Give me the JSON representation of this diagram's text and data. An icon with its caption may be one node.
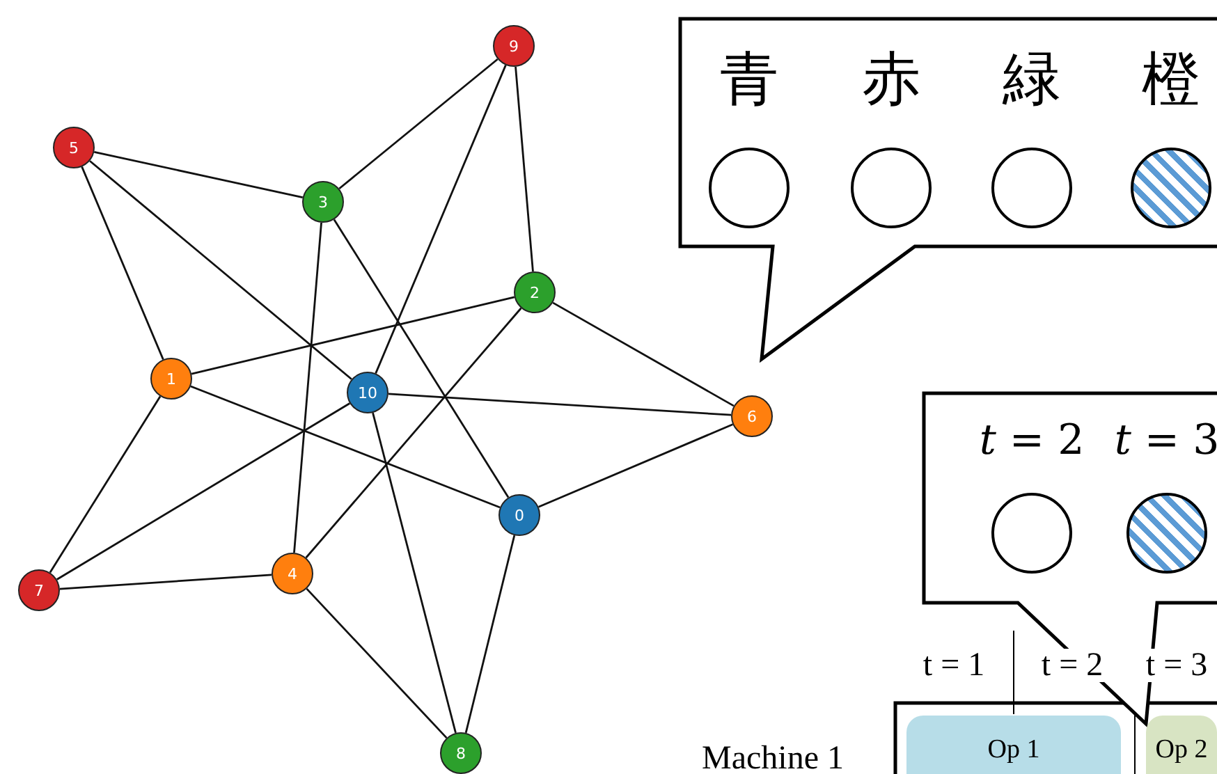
{
  "diagram": {
    "nodes": [
      {
        "text": [
          "0"
        ]
      },
      {
        "text": [
          "1"
        ]
      },
      {
        "text": [
          "2"
        ]
      },
      {
        "text": [
          "3"
        ]
      },
      {
        "text": [
          "4"
        ]
      },
      {
        "text": [
          "5"
        ]
      },
      {
        "text": [
          "6"
        ]
      },
      {
        "text": [
          "7"
        ]
      },
      {
        "text": [
          "8"
        ]
      },
      {
        "text": [
          "9"
        ]
      },
      {
        "text": [
          "10"
        ]
      },
      {
        "text": [],
        "shape": "callout"
      },
      {
        "text": [],
        "shape": "circle",
        "in": 11,
        "beside": [
          "青"
        ]
      },
      {
        "text": [],
        "shape": "circle",
        "in": 11,
        "beside": [
          "赤"
        ]
      },
      {
        "text": [],
        "shape": "circle",
        "in": 11,
        "beside": [
          "緑"
        ]
      },
      {
        "text": [],
        "shape": "circle",
        "in": 11,
        "beside": [
          "橙"
        ]
      },
      {
        "text": [],
        "shape": "callout"
      },
      {
        "text": [],
        "shape": "circle",
        "in": 16,
        "beside": [
          "*t* = 2"
        ]
      },
      {
        "text": [],
        "shape": "circle",
        "in": 16,
        "beside": [
          "*t* = 3"
        ]
      },
      {
        "text": [
          "Op 1"
        ]
      },
      {
        "text": [
          "Op 2"
        ]
      }
    ],
    "edges": [
      {
        "from": 9,
        "to": 3,
        "arrow": "none"
      },
      {
        "from": 9,
        "to": 10,
        "arrow": "none"
      },
      {
        "from": 9,
        "to": 2,
        "arrow": "none"
      },
      {
        "from": 5,
        "to": 3,
        "arrow": "none"
      },
      {
        "from": 5,
        "to": 1,
        "arrow": "none"
      },
      {
        "from": 5,
        "to": 10,
        "arrow": "none"
      },
      {
        "from": 3,
        "to": 4,
        "arrow": "none"
      },
      {
        "from": 3,
        "to": 0,
        "arrow": "none"
      },
      {
        "from": 2,
        "to": 1,
        "arrow": "none"
      },
      {
        "from": 2,
        "to": 4,
        "arrow": "none"
      },
      {
        "from": 2,
        "to": 6,
        "arrow": "none"
      },
      {
        "from": 1,
        "to": 0,
        "arrow": "none"
      },
      {
        "from": 1,
        "to": 7,
        "arrow": "none"
      },
      {
        "from": 10,
        "to": 6,
        "arrow": "none"
      },
      {
        "from": 10,
        "to": 7,
        "arrow": "none"
      },
      {
        "from": 10,
        "to": 8,
        "arrow": "none"
      },
      {
        "from": 0,
        "to": 6,
        "arrow": "none"
      },
      {
        "from": 0,
        "to": 8,
        "arrow": "none"
      },
      {
        "from": 4,
        "to": 7,
        "arrow": "none"
      },
      {
        "from": 4,
        "to": 8,
        "arrow": "none"
      }
    ],
    "labels": [
      "t = 1",
      "t = 2",
      "t = 3",
      "Machine 1"
    ]
  }
}
